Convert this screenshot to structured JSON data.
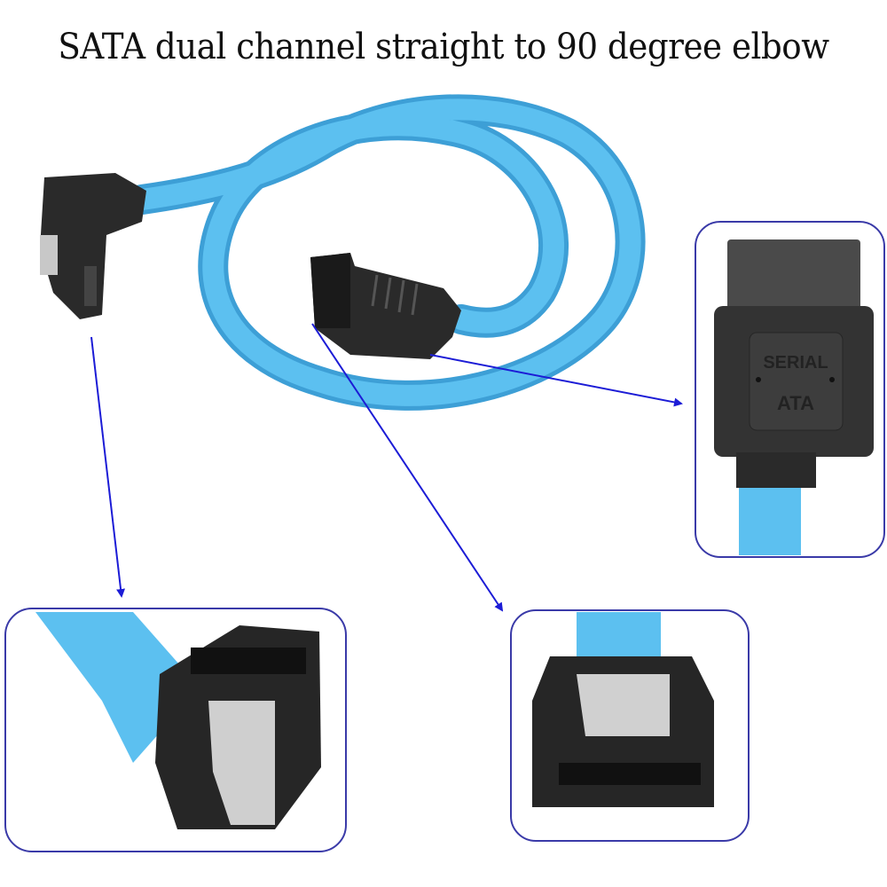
{
  "title": "SATA dual channel straight to 90 degree elbow",
  "connector_label": {
    "line1": "SERIAL",
    "line2": "ATA"
  },
  "colors": {
    "cable": "#4db2e8",
    "connector": "#2b2b2b",
    "callout_border": "#3a3aa8",
    "arrow": "#1c1cd6",
    "clip": "#c8c8c8"
  }
}
